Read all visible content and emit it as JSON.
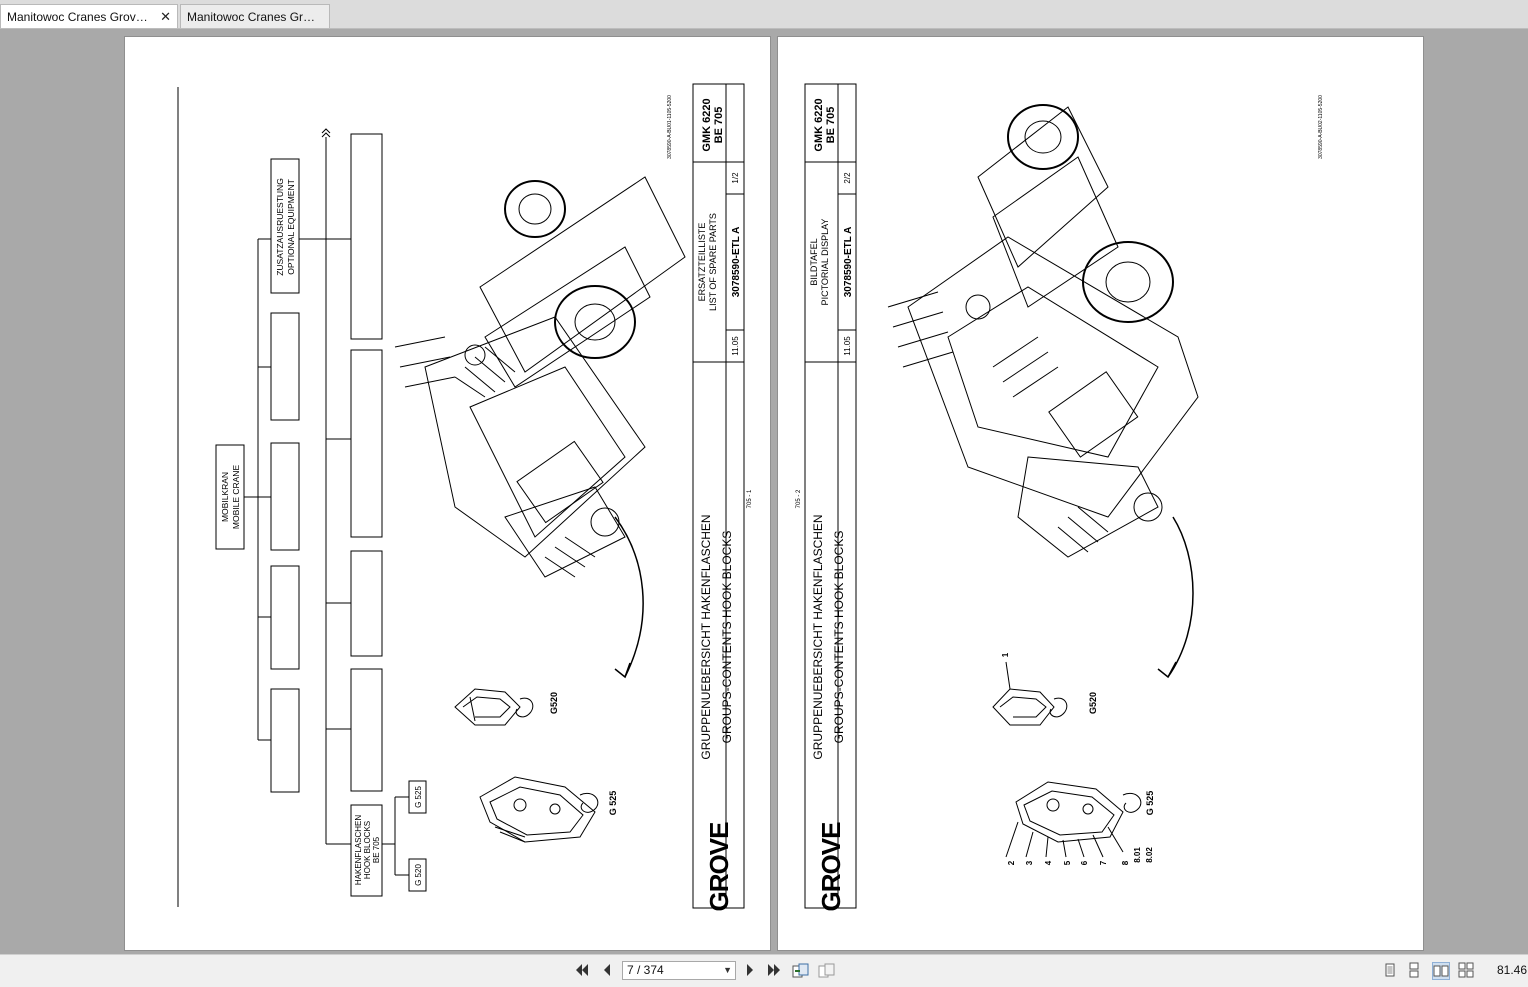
{
  "tabs": [
    {
      "title": "Manitowoc Cranes Grov…",
      "active": true,
      "close": "✕"
    },
    {
      "title": "Manitowoc Cranes Gr…",
      "active": false
    }
  ],
  "left_page": {
    "diagram": {
      "root": [
        "MOBILKRAN",
        "MOBILE CRANE"
      ],
      "optional": [
        "ZUSATZAUSRUESTUNG",
        "OPTIONAL EQUIPMENT"
      ],
      "hook_blocks": [
        "HAKENFLASCHEN",
        "HOOK BLOCKS",
        "BE 705"
      ],
      "groups": [
        "G 525",
        "G 520"
      ]
    },
    "header": {
      "model": [
        "GMK 6220",
        "BE 705"
      ],
      "title": [
        "ERSATZTEILLISTE",
        "LIST OF SPARE PARTS"
      ],
      "doc_number": "3078590-ETL A",
      "sheet": "1/2",
      "date": "11.05"
    },
    "heading": [
      "GRUPPENUEBERSICHT HAKENFLASCHEN",
      "GROUPS-CONTENTS HOOK BLOCKS"
    ],
    "callouts": [
      "G520",
      "G 525"
    ],
    "page_id": "705 - 1",
    "drawing_ref": "3078590-A-BU01-1105-5200",
    "logo": "GROVE"
  },
  "right_page": {
    "header": {
      "model": [
        "GMK 6220",
        "BE 705"
      ],
      "title": [
        "BILDTAFEL",
        "PICTORIAL DISPLAY"
      ],
      "doc_number": "3078590-ETL A",
      "sheet": "2/2",
      "date": "11.05"
    },
    "heading": [
      "GRUPPENUEBERSICHT HAKENFLASCHEN",
      "GROUPS-CONTENTS HOOK BLOCKS"
    ],
    "callouts": [
      "G520",
      "G 525"
    ],
    "item_numbers": [
      "1",
      "2",
      "3",
      "4",
      "5",
      "6",
      "7",
      "8",
      "8.01",
      "8.02"
    ],
    "page_id": "705 - 2",
    "drawing_ref": "3078590-A-BU02-1105-5200",
    "logo": "GROVE"
  },
  "toolbar": {
    "first_icon": "first-page-icon",
    "prev_icon": "previous-page-icon",
    "page_value": "7 / 374",
    "next_icon": "next-page-icon",
    "last_icon": "last-page-icon",
    "zoom": "81.46"
  }
}
